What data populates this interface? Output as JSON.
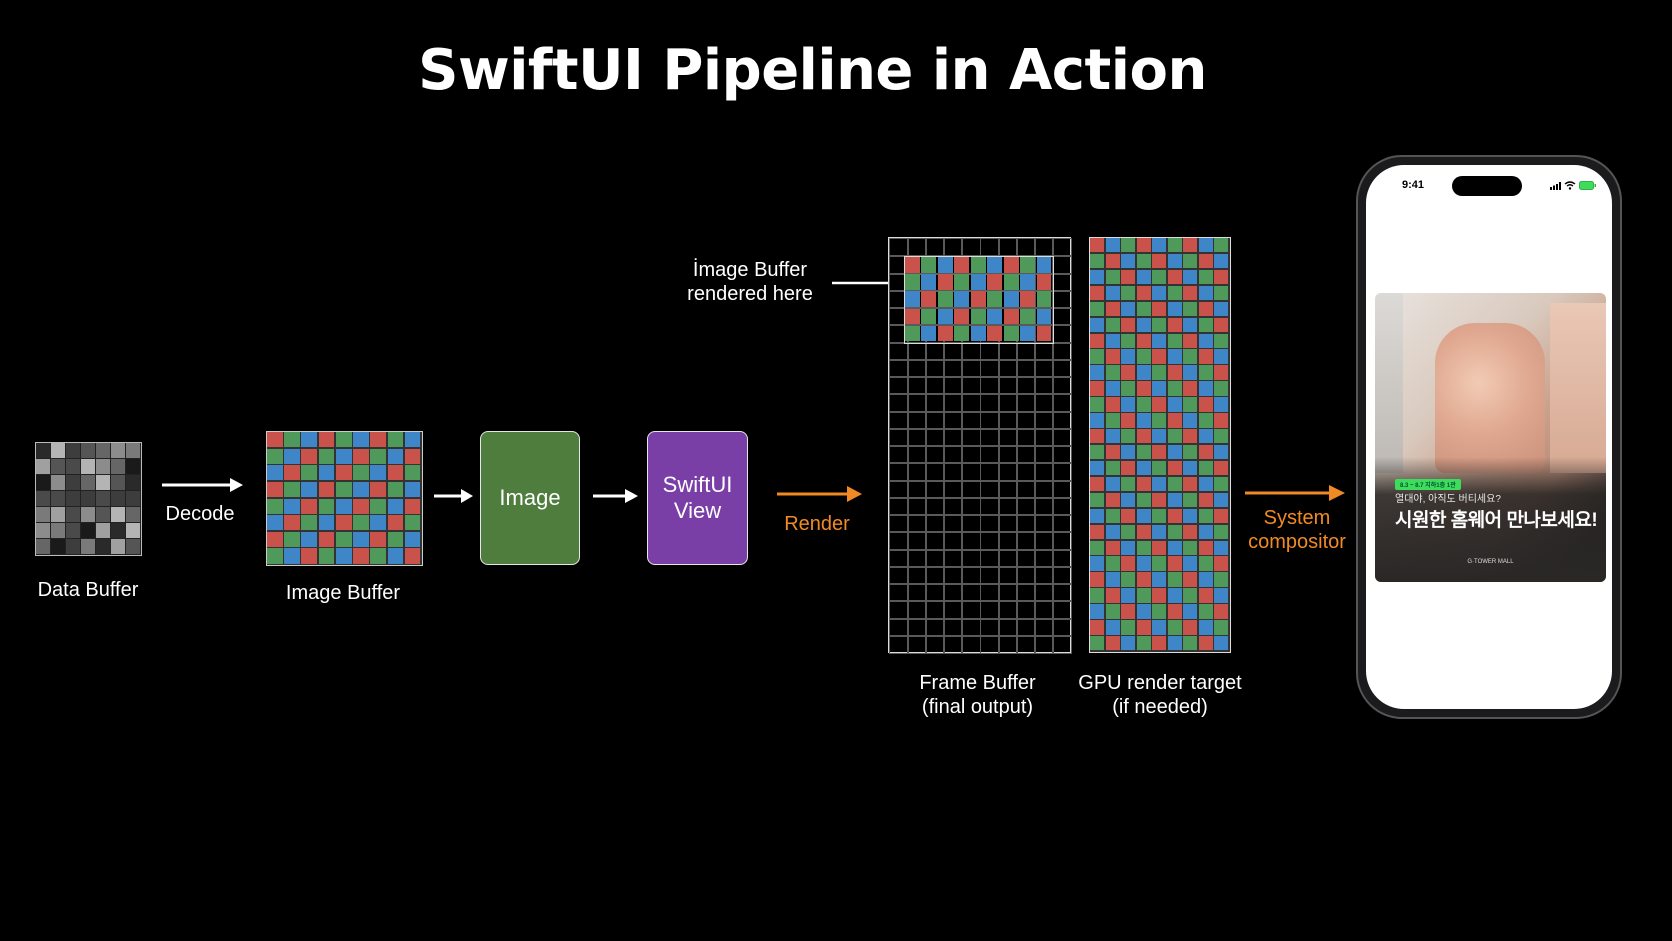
{
  "title": "SwiftUI Pipeline in Action",
  "labels": {
    "data_buffer": "Data Buffer",
    "decode": "Decode",
    "image_buffer": "Image Buffer",
    "image": "Image",
    "swiftui_view_line1": "SwiftUI",
    "swiftui_view_line2": "View",
    "render": "Render",
    "annotation_line1": "İmage Buffer",
    "annotation_line2": "rendered here",
    "frame_buffer_line1": "Frame Buffer",
    "frame_buffer_line2": "(final output)",
    "gpu_target_line1": "GPU render target",
    "gpu_target_line2": "(if needed)",
    "system_compositor_line1": "System",
    "system_compositor_line2": "compositor"
  },
  "phone": {
    "time": "9:41",
    "ad_badge": "8.3 ~ 8.7 지하1층 1관",
    "ad_subtitle": "열대야, 아직도 버티세요?",
    "ad_headline": "시원한 홈웨어 만나보세요!",
    "ad_brand": "G·TOWER MALL"
  },
  "colors": {
    "background": "#000000",
    "arrow_white": "#ffffff",
    "arrow_orange": "#f08a24",
    "image_box": "#4e7d3e",
    "swiftui_box": "#7a3fa6",
    "pixel_red": "#c9534b",
    "pixel_green": "#4f9a5a",
    "pixel_blue": "#3f86c8"
  },
  "icons": [
    "arrow-right-icon",
    "signal-icon",
    "wifi-icon",
    "battery-icon"
  ]
}
